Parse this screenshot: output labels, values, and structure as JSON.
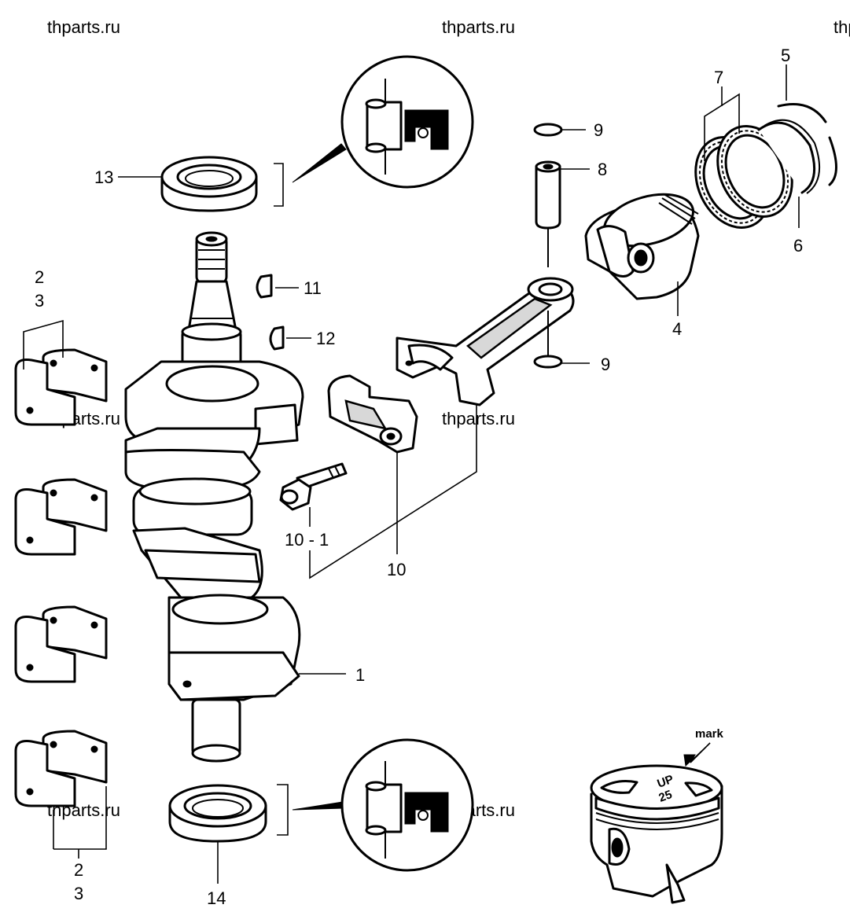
{
  "watermarks": [
    "thparts.ru",
    "thparts.ru",
    "thparts.ru",
    "thparts.ru",
    "thparts.ru",
    "thparts.ru",
    "thparts.ru"
  ],
  "callouts": {
    "crankshaft": "1",
    "bearing_top_a": "2",
    "bearing_top_b": "3",
    "bearing_bottom_a": "2",
    "bearing_bottom_b": "3",
    "piston": "4",
    "ring_top": "5",
    "ring_mid": "6",
    "ring_oil": "7",
    "pin": "8",
    "clip_top": "9",
    "clip_bottom": "9",
    "conrod": "10",
    "conrod_bolt": "10 - 1",
    "key_11": "11",
    "key_12": "12",
    "seal_top": "13",
    "seal_bottom": "14"
  },
  "piston_mark": {
    "label": "mark",
    "stamp_up": "UP",
    "stamp_size": "25"
  },
  "colors": {
    "line": "#000000",
    "background": "#ffffff"
  }
}
